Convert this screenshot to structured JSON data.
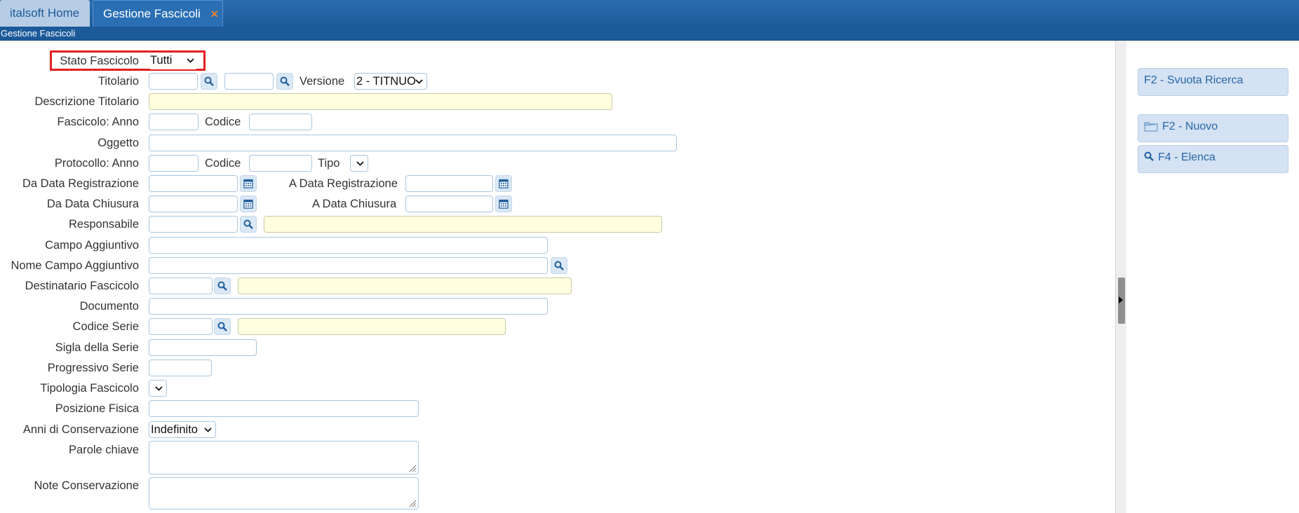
{
  "tabs": [
    {
      "label": "italsoft Home"
    },
    {
      "label": "Gestione Fascicoli",
      "close": "×"
    }
  ],
  "subtitle": "Gestione Fascicoli",
  "form": {
    "stato_fascicolo": {
      "label": "Stato Fascicolo",
      "value": "Tutti"
    },
    "titolario": {
      "label": "Titolario",
      "versione_label": "Versione",
      "versione_value": "2 - TITNUO"
    },
    "descrizione_titolario": {
      "label": "Descrizione Titolario"
    },
    "fascicolo": {
      "label": "Fascicolo: Anno",
      "codice_label": "Codice"
    },
    "oggetto": {
      "label": "Oggetto"
    },
    "protocollo": {
      "label": "Protocollo: Anno",
      "codice_label": "Codice",
      "tipo_label": "Tipo"
    },
    "da_data_registrazione": {
      "label": "Da Data Registrazione"
    },
    "a_data_registrazione": {
      "label": "A Data Registrazione"
    },
    "da_data_chiusura": {
      "label": "Da Data Chiusura"
    },
    "a_data_chiusura": {
      "label": "A Data Chiusura"
    },
    "responsabile": {
      "label": "Responsabile"
    },
    "campo_aggiuntivo": {
      "label": "Campo Aggiuntivo"
    },
    "nome_campo_aggiuntivo": {
      "label": "Nome Campo Aggiuntivo"
    },
    "destinatario_fascicolo": {
      "label": "Destinatario Fascicolo"
    },
    "documento": {
      "label": "Documento"
    },
    "codice_serie": {
      "label": "Codice Serie"
    },
    "sigla_serie": {
      "label": "Sigla della Serie"
    },
    "progressivo_serie": {
      "label": "Progressivo Serie"
    },
    "tipologia_fascicolo": {
      "label": "Tipologia Fascicolo"
    },
    "posizione_fisica": {
      "label": "Posizione Fisica"
    },
    "anni_conservazione": {
      "label": "Anni di Conservazione",
      "value": "Indefinito"
    },
    "parole_chiave": {
      "label": "Parole chiave"
    },
    "note_conservazione": {
      "label": "Note Conservazione"
    }
  },
  "sidebar": {
    "buttons": [
      {
        "label": "F2 - Svuota Ricerca",
        "icon": "none"
      },
      {
        "label": "F2 - Nuovo",
        "icon": "folder-icon"
      },
      {
        "label": "F4 - Elenca",
        "icon": "search-icon"
      }
    ]
  },
  "colors": {
    "tabbar": "#1d5a9a",
    "input_border": "#a9c5e0",
    "readonly_bg": "#ffffe0",
    "highlight": "#e02020",
    "side_button_bg": "#d4e2f3"
  }
}
